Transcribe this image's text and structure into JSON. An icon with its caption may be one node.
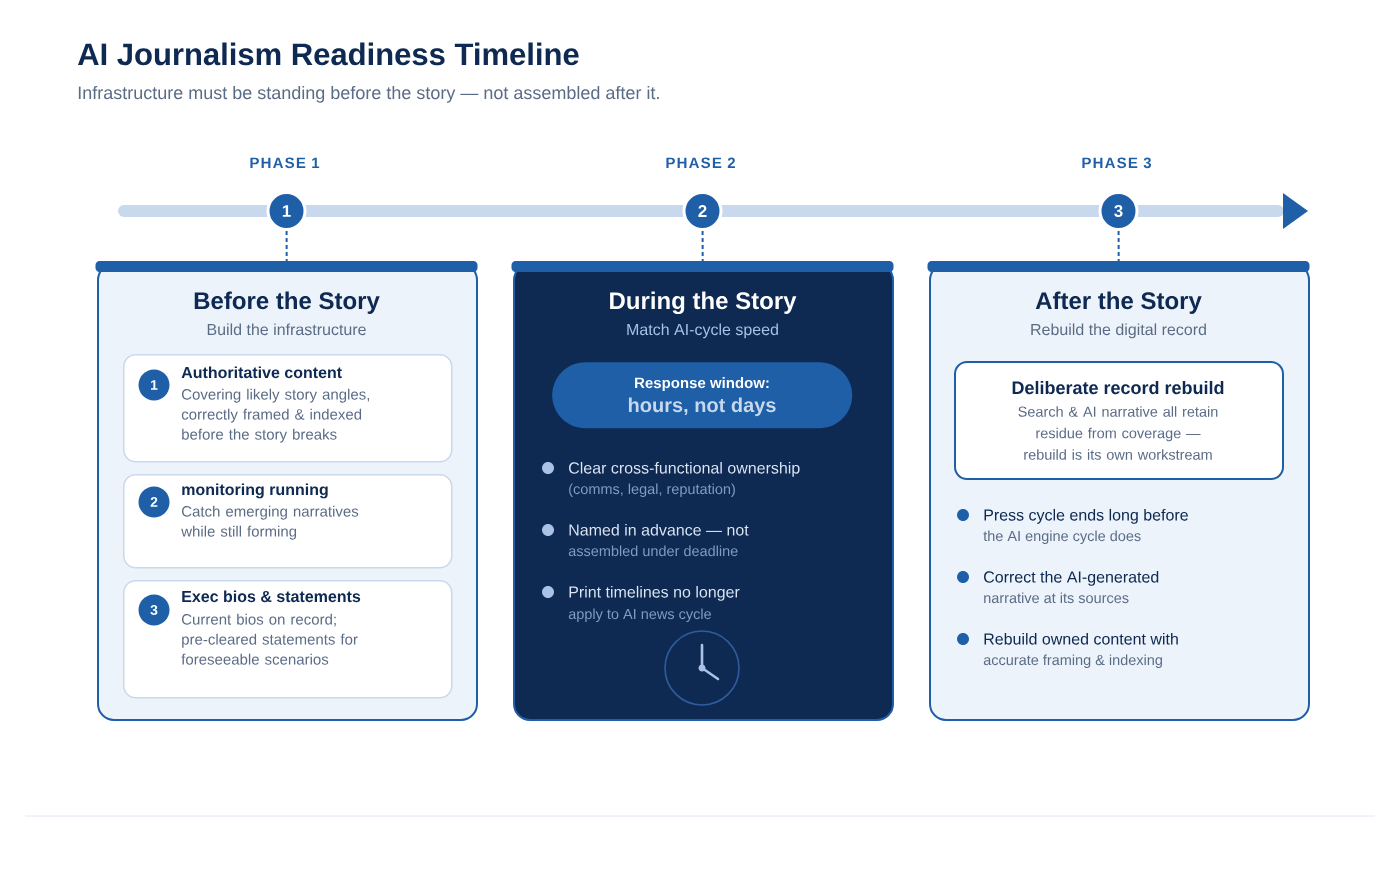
{
  "diagram": {
    "title": "AI Journalism Readiness Timeline",
    "nodes": [
      {
        "text": [
          "1"
        ],
        "beside": [
          "PHASE 1"
        ]
      },
      {
        "text": [
          "2"
        ],
        "beside": [
          "PHASE 2"
        ]
      },
      {
        "text": [
          "3"
        ],
        "beside": [
          "PHASE 3"
        ]
      },
      {
        "text": [
          "Before the Story",
          "Build the infrastructure"
        ]
      },
      {
        "text": [
          "Authoritative content",
          "Covering likely story angles, correctly framed & indexed before the story breaks"
        ],
        "in": 3
      },
      {
        "text": [
          "1"
        ],
        "in": 4
      },
      {
        "text": [
          "monitoring running",
          "Catch emerging narratives while still forming"
        ],
        "in": 3
      },
      {
        "text": [
          "2"
        ],
        "in": 6
      },
      {
        "text": [
          "Exec bios & statements",
          "Current bios on record; pre-cleared statements for foreseeable scenarios"
        ],
        "in": 3
      },
      {
        "text": [
          "3"
        ],
        "in": 8
      },
      {
        "text": [
          "During the Story",
          "Match AI-cycle speed"
        ]
      },
      {
        "text": [
          "Response window:",
          "hours, not days"
        ],
        "in": 10
      },
      {
        "text": [
          "After the Story",
          "Rebuild the digital record"
        ]
      },
      {
        "text": [
          "Deliberate record rebuild",
          "Search & AI narrative all retain residue from coverage — rebuild is its own workstream"
        ],
        "in": 12
      }
    ],
    "edges": [
      {
        "from": 0,
        "to": 3,
        "arrow": "none",
        "style": "dashed"
      },
      {
        "from": 1,
        "to": 10,
        "arrow": "none",
        "style": "dashed"
      },
      {
        "from": 2,
        "to": 12,
        "arrow": "none",
        "style": "dashed"
      }
    ],
    "labels": [
      "Infrastructure must be standing before the story — not assembled after it.",
      "Clear cross-functional ownership",
      "(comms, legal, reputation)",
      "Named in advance — not",
      "assembled under deadline",
      "Print timelines no longer",
      "apply to AI news cycle",
      "Press cycle ends long before",
      "the AI engine cycle does",
      "Correct the AI-generated",
      "narrative at its sources",
      "Rebuild owned content with",
      "accurate framing & indexing"
    ]
  }
}
